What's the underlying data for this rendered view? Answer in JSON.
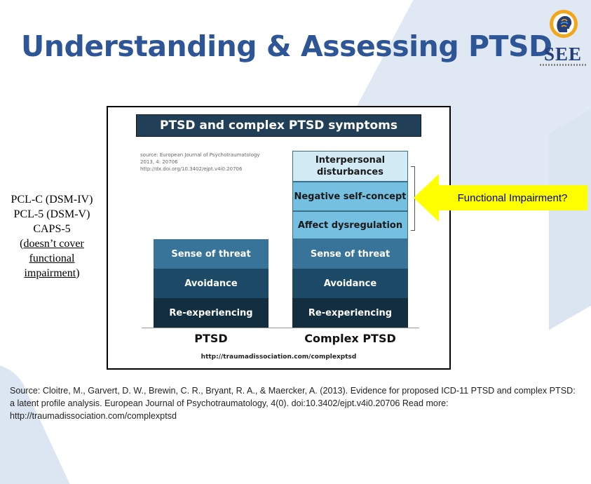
{
  "slide": {
    "title": "Understanding & Assessing PTSD",
    "logo_text": "SEE"
  },
  "tools": {
    "line1": "PCL-C (DSM-IV)",
    "line2": "PCL-5 (DSM-V)",
    "line3": "CAPS-5",
    "note_open": "(",
    "note_u1": "doesn’t cover",
    "note_u2": "functional",
    "note_u3": "impairment",
    "note_close": ")"
  },
  "figure": {
    "header": "PTSD and complex PTSD symptoms",
    "source_line1": "source: European Journal of Psychotraumatology",
    "source_line2": "2013, 4: 20706",
    "source_line3": "http://dx.doi.org/10.3402/ejpt.v4i0.20706",
    "ptsd": {
      "label": "PTSD",
      "blocks": [
        "Sense of threat",
        "Avoidance",
        "Re-experiencing"
      ]
    },
    "complex": {
      "label": "Complex PTSD",
      "blocks": [
        "Interpersonal disturbances",
        "Negative self-concept",
        "Affect dysregulation",
        "Sense of threat",
        "Avoidance",
        "Re-experiencing"
      ]
    },
    "url": "http://traumadissociation.com/complexptsd"
  },
  "callout": {
    "text": "Functional Impairment?",
    "color": "#ffff00"
  },
  "citation": {
    "text": "Source: Cloitre, M., Garvert, D. W., Brewin, C. R., Bryant, R. A., & Maercker, A. (2013). Evidence for proposed ICD-11 PTSD and complex PTSD: a latent profile analysis. European Journal of Psychotraumatology, 4(0). doi:10.3402/ejpt.v4i0.20706 Read more: http://traumadissociation.com/complexptsd"
  },
  "colors": {
    "title": "#2e5596",
    "header_bg": "#214057",
    "block_light": "#d2ebf5",
    "block_mid": "#75bfe0",
    "block_med": "#38749a",
    "block_dark": "#1d4a66",
    "block_darkest": "#122e3f"
  }
}
